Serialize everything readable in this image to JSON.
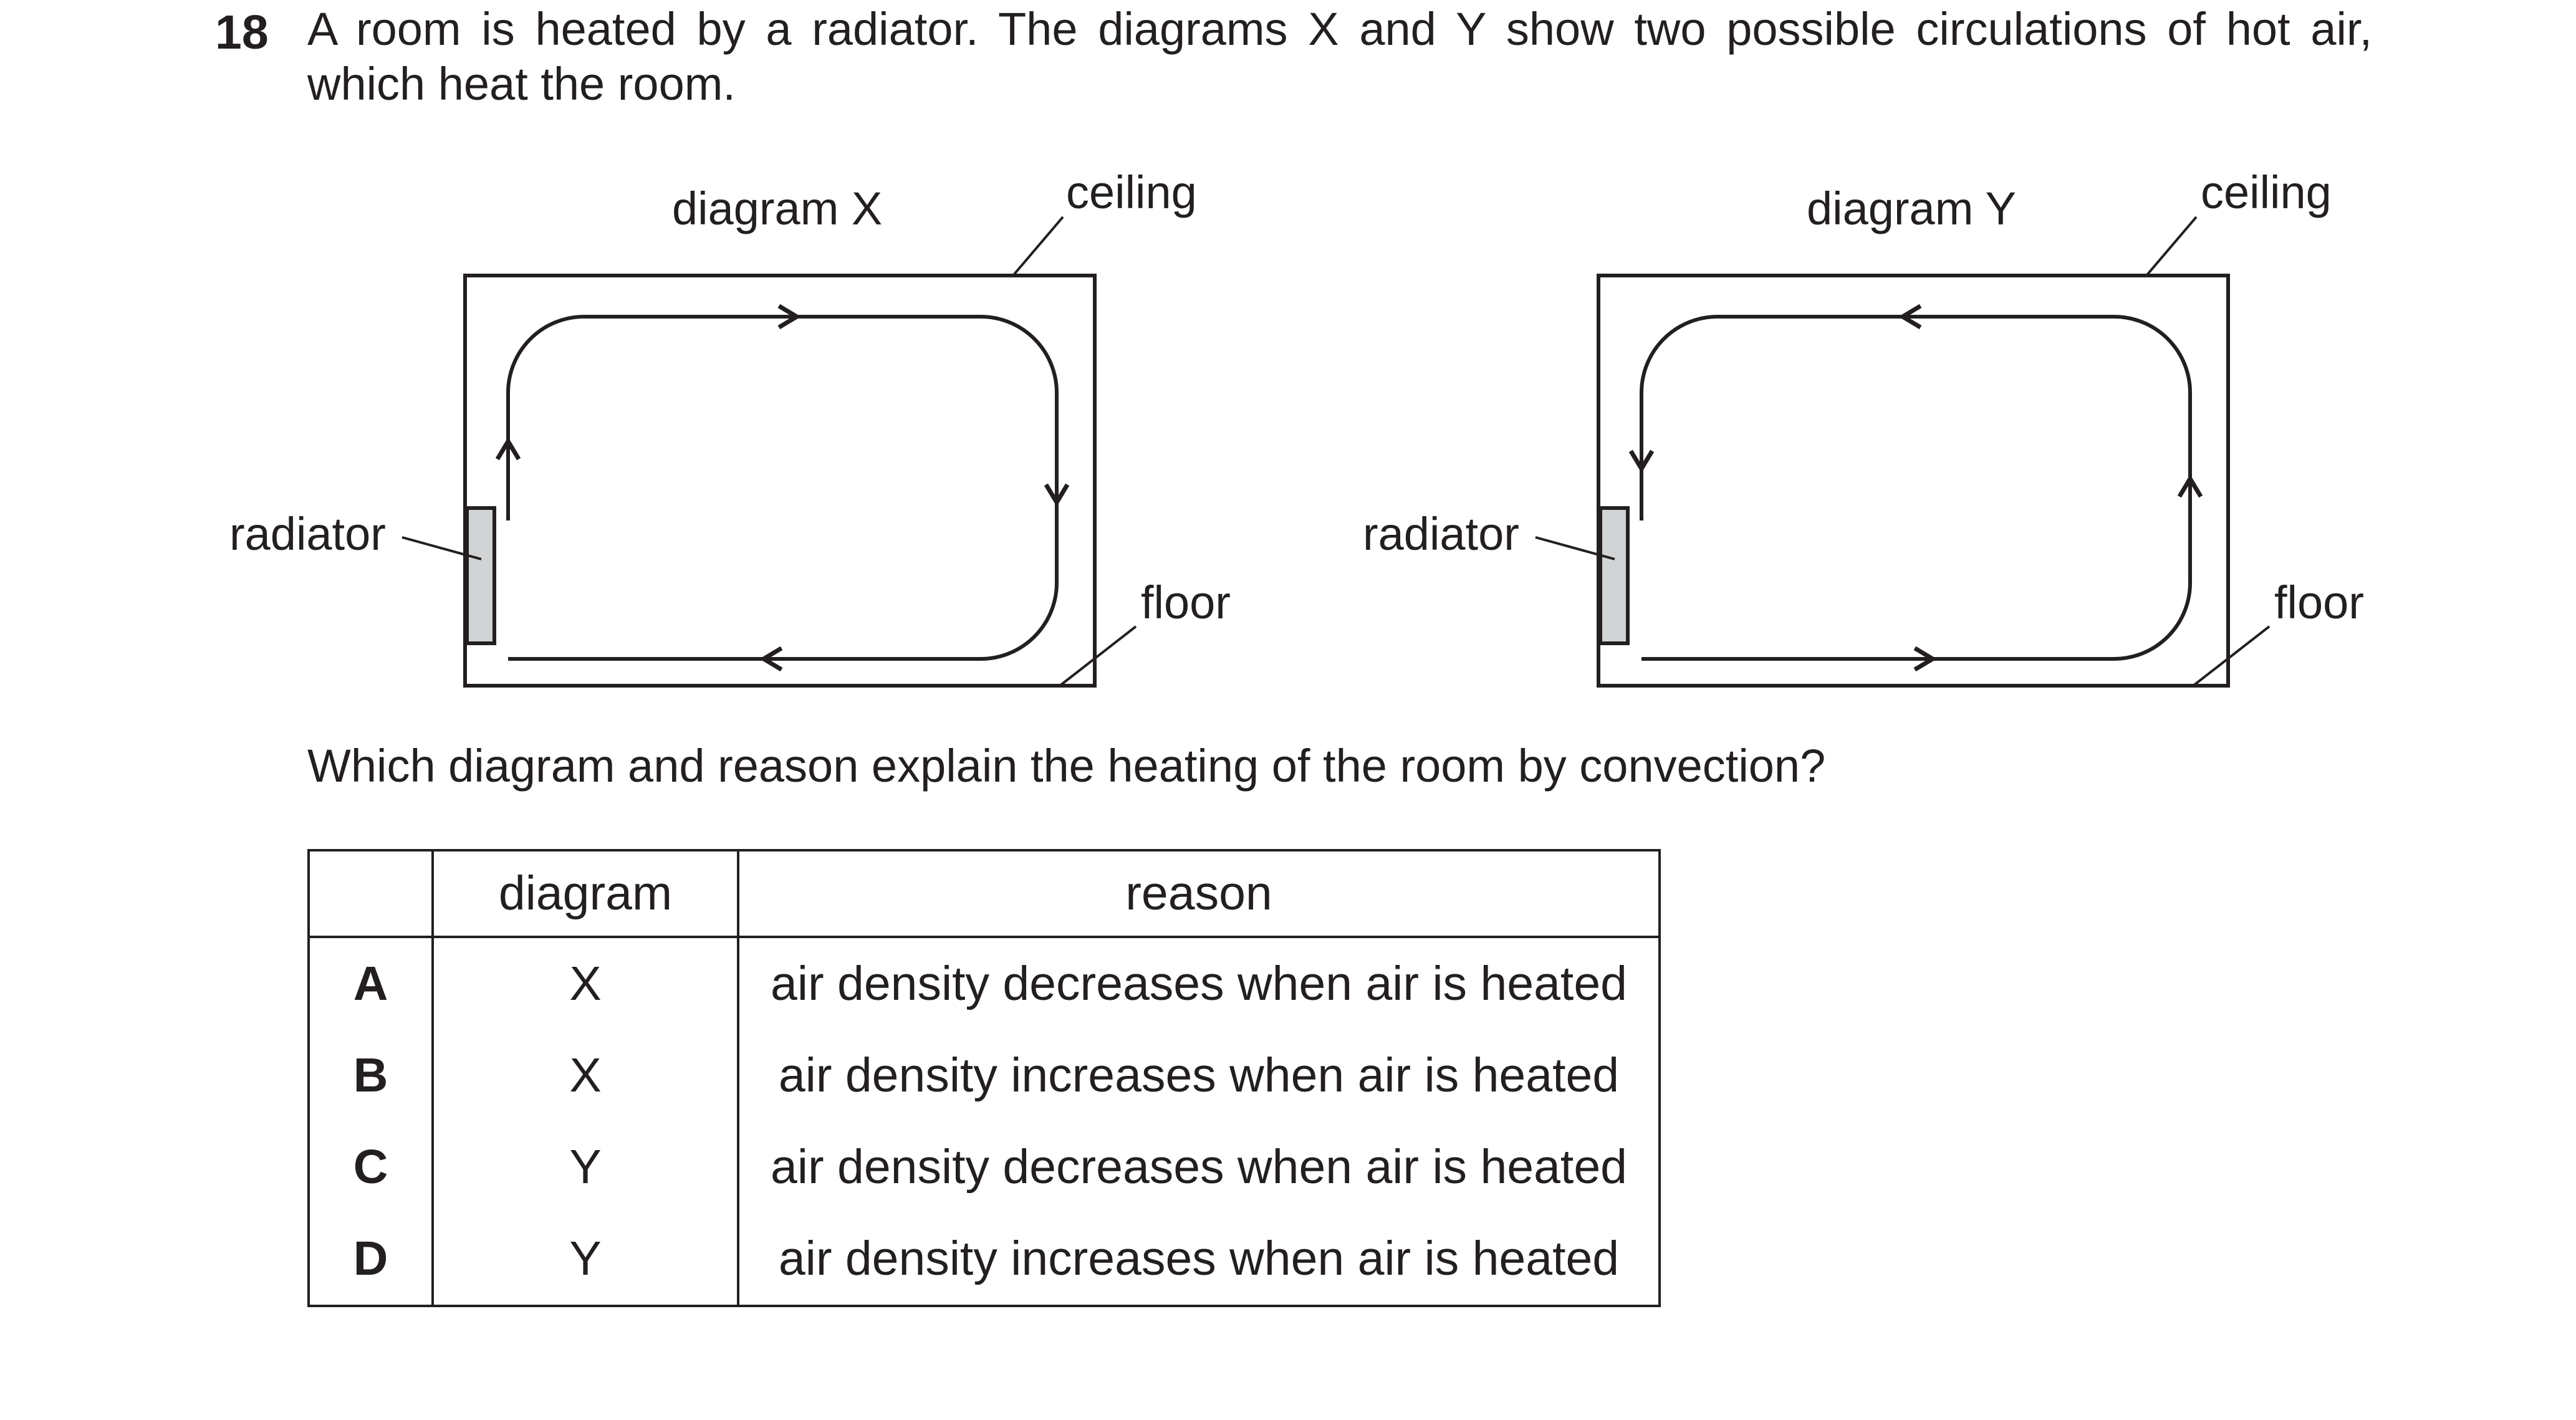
{
  "question": {
    "number": "18",
    "line1": "A room is heated by a radiator. The diagrams X and Y show two possible circulations of hot air,",
    "line2": "which heat the room.",
    "prompt": "Which diagram and reason explain the heating of the room by convection?"
  },
  "diagram_x": {
    "title": "diagram X",
    "ceiling_label": "ceiling",
    "floor_label": "floor",
    "radiator_label": "radiator",
    "circulation": "clockwise"
  },
  "diagram_y": {
    "title": "diagram Y",
    "ceiling_label": "ceiling",
    "floor_label": "floor",
    "radiator_label": "radiator",
    "circulation": "anticlockwise"
  },
  "table": {
    "headers": {
      "key": "",
      "diagram": "diagram",
      "reason": "reason"
    },
    "rows": [
      {
        "key": "A",
        "diagram": "X",
        "reason": "air density decreases when air is heated"
      },
      {
        "key": "B",
        "diagram": "X",
        "reason": "air density increases when air is heated"
      },
      {
        "key": "C",
        "diagram": "Y",
        "reason": "air density decreases when air is heated"
      },
      {
        "key": "D",
        "diagram": "Y",
        "reason": "air density increases when air is heated"
      }
    ]
  },
  "colors": {
    "ink": "#231f20",
    "radiator_fill": "#d1d3d4"
  }
}
